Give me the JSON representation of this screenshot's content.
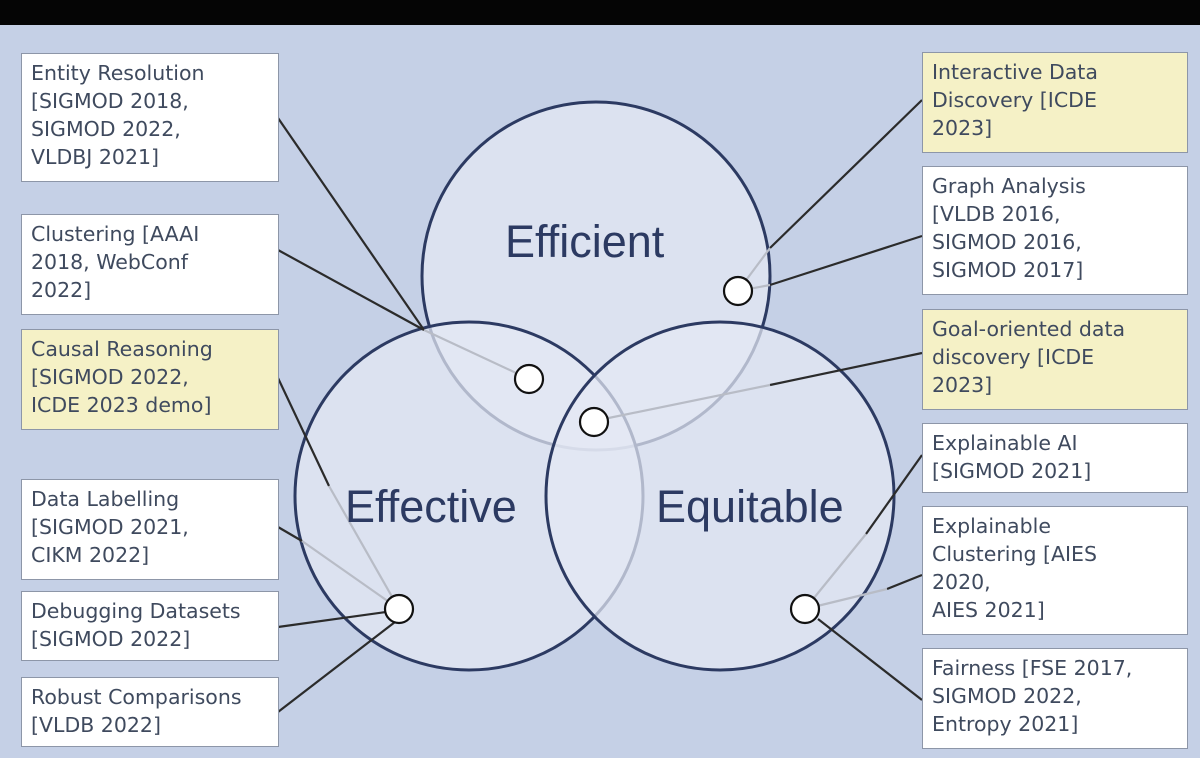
{
  "circles": {
    "efficient": "Efficient",
    "effective": "Effective",
    "equitable": "Equitable"
  },
  "boxes": {
    "entity_resolution": "Entity Resolution\n[SIGMOD 2018,\nSIGMOD 2022,\nVLDBJ 2021]",
    "clustering": "Clustering [AAAI\n2018, WebConf\n2022]",
    "causal_reasoning": "Causal Reasoning\n[SIGMOD 2022,\nICDE 2023 demo]",
    "data_labelling": "Data Labelling\n[SIGMOD 2021,\nCIKM 2022]",
    "debugging_datasets": "Debugging Datasets\n[SIGMOD 2022]",
    "robust_comparisons": "Robust Comparisons\n[VLDB 2022]",
    "interactive_data_discovery": "Interactive Data\nDiscovery [ICDE\n2023]",
    "graph_analysis": "Graph Analysis\n[VLDB 2016,\nSIGMOD 2016,\nSIGMOD 2017]",
    "goal_oriented": "Goal-oriented data\ndiscovery [ICDE\n2023]",
    "explainable_ai": "Explainable AI\n[SIGMOD 2021]",
    "explainable_clustering": "Explainable\nClustering [AIES\n2020,\nAIES 2021]",
    "fairness": "Fairness [FSE 2017,\nSIGMOD 2022,\nEntropy 2021]"
  },
  "colors": {
    "background": "#c5d0e6",
    "circle_stroke": "#2c3a62",
    "highlight_box": "#f5f1c6",
    "box": "#ffffff"
  }
}
